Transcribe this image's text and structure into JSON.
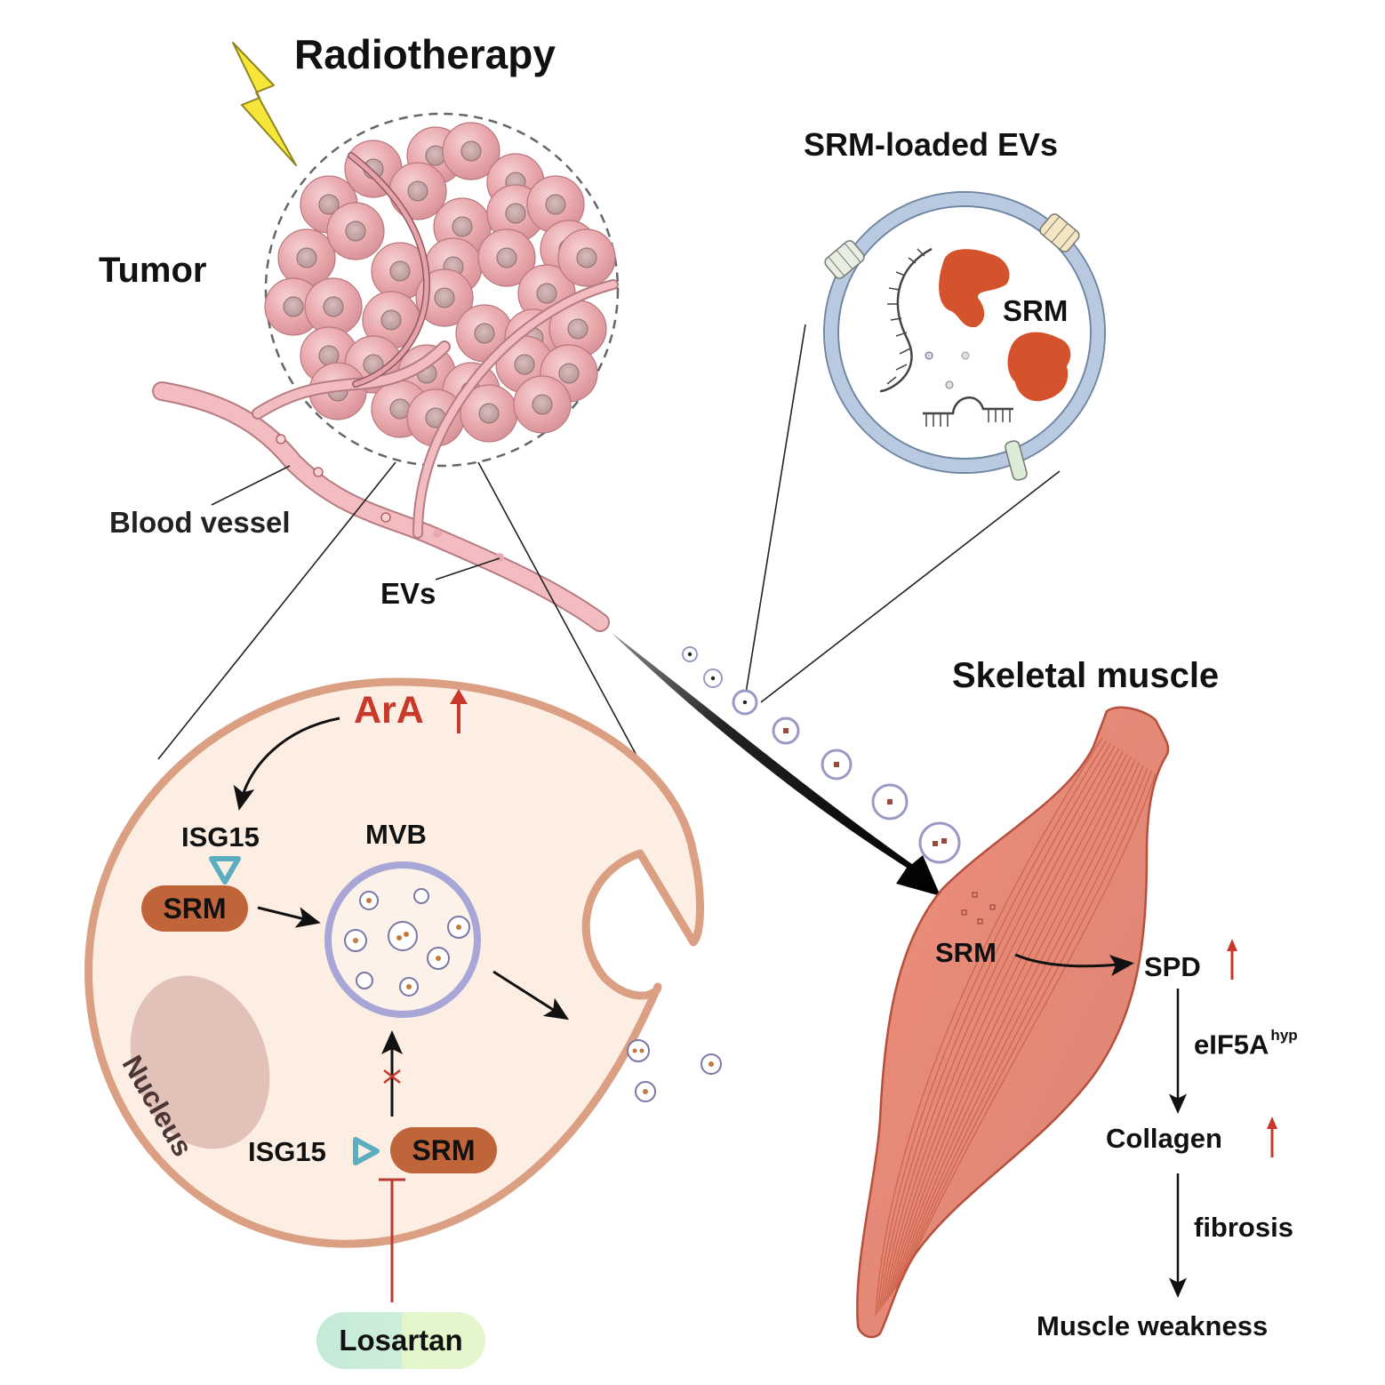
{
  "title": "Radiotherapy",
  "labels": {
    "tumor": "Tumor",
    "blood_vessel": "Blood vessel",
    "evs": "EVs",
    "srm_loaded_evs": "SRM-loaded EVs",
    "ev_cargo_srm": "SRM",
    "skeletal_muscle": "Skeletal muscle"
  },
  "tumor_cell": {
    "ara": "ArA",
    "ara_change": "up",
    "isg15_top": "ISG15",
    "srm_top": "SRM",
    "mvb": "MVB",
    "nucleus": "Nucleus",
    "isg15_bottom": "ISG15",
    "srm_bottom": "SRM",
    "blocked_marker": "×",
    "inhibitor": "Losartan"
  },
  "muscle_pathway": {
    "source": "SRM",
    "steps": [
      {
        "label": "SPD",
        "change": "up"
      },
      {
        "label": "Collagen",
        "change": "up"
      },
      {
        "label": "Muscle weakness",
        "change": null
      }
    ],
    "edges": [
      {
        "label": "eIF5A",
        "superscript": "hyp"
      },
      {
        "label": "fibrosis",
        "superscript": null
      }
    ]
  },
  "arrows": {
    "up_arrow_glyph": "↑"
  },
  "colors": {
    "up_arrow": "#c8392b",
    "srm_pill": "#c0643a",
    "isg15_triangle": "#5aaebf",
    "cell_fill": "#fdeee4",
    "cell_border": "#dba083",
    "mvb_ring": "#a7a6d6",
    "muscle_fill": "#e68a78",
    "muscle_stroke": "#b4503d",
    "tumor_cell": "#e8a4a8",
    "vessel": "#f2b8bc",
    "ev_ring": "#9a9bc4",
    "srm_protein": "#d4532c",
    "lightning": "#f7e63a"
  }
}
